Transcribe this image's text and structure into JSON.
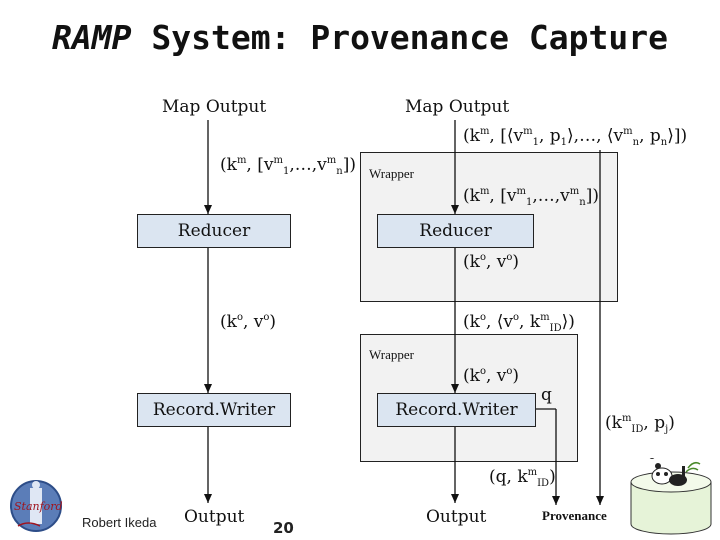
{
  "title_italic": "RAMP",
  "title_rest": "System: Provenance Capture",
  "left": {
    "map_output": "Map Output",
    "edge_label": "(km, [vm1,…,vmn])",
    "reducer": "Reducer",
    "reducer_out": "(ko, vo)",
    "record_writer": "Record.Writer",
    "output": "Output"
  },
  "right": {
    "map_output": "Map Output",
    "edge_in": {
      "a": "(k",
      "b": "m",
      "c": ", [⟨v",
      "d": "m",
      "e": "1",
      "f": ", p",
      "g": "1",
      "h": "⟩,…, ⟨v",
      "i": "m",
      "j": "n",
      "k": ", p",
      "l": "n",
      "m": "⟩])"
    },
    "wrapper1": "Wrapper",
    "inner_in": {
      "a": "(k",
      "b": "m",
      "c": ", [v",
      "d": "m",
      "e": "1",
      "f": ",…,v",
      "g": "m",
      "h": "n",
      "i": "])"
    },
    "reducer": "Reducer",
    "reducer_out": {
      "a": "(k",
      "b": "o",
      "c": ", v",
      "d": "o",
      "e": ")"
    },
    "wrapper_out": {
      "a": "(k",
      "b": "o",
      "c": ", ⟨v",
      "d": "o",
      "e": ", k",
      "f": "m",
      "g": "ID",
      "h": "⟩)"
    },
    "wrapper2": "Wrapper",
    "rw_in": {
      "a": "(k",
      "b": "o",
      "c": ", v",
      "d": "o",
      "e": ")"
    },
    "record_writer": "Record.Writer",
    "q": "q",
    "kid_pj": {
      "a": "(k",
      "b": "m",
      "c": "ID",
      "d": ", p",
      "e": "j",
      "f": ")"
    },
    "q_kid": {
      "a": "(q, k",
      "b": "m",
      "c": "ID",
      "d": ")"
    },
    "output": "Output",
    "provenance": "Provenance"
  },
  "left_edge_parts": {
    "a": "(k",
    "b": "m",
    "c": ", [v",
    "d": "m",
    "e": "1",
    "f": ",…,v",
    "g": "m",
    "h": "n",
    "i": "])"
  },
  "left_out_parts": {
    "a": "(k",
    "b": "o",
    "c": ", v",
    "d": "o",
    "e": ")"
  },
  "footer": {
    "author": "Robert Ikeda",
    "page": "20",
    "logo_text": "Stanford"
  },
  "colors": {
    "box_fill": "#dbe5f1",
    "wrapper_fill": "#f2f2f2",
    "db_fill": "#e6f3d8"
  }
}
